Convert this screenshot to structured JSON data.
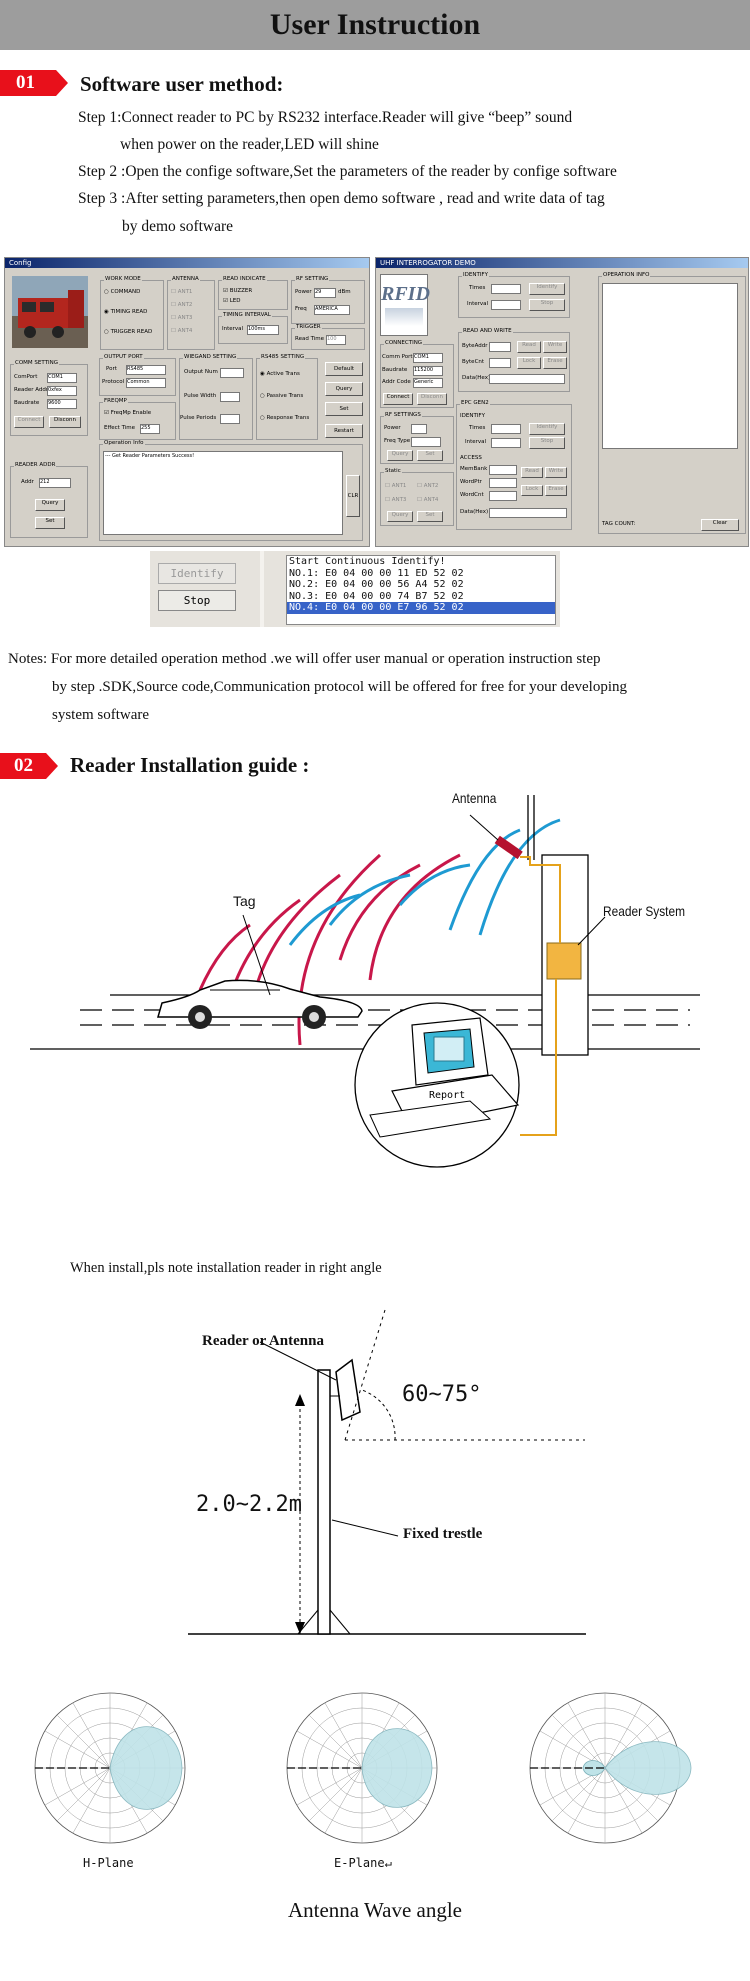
{
  "header": {
    "title": "User Instruction"
  },
  "section1": {
    "number": "01",
    "title": "Software user method:",
    "step1a": "Step 1:Connect reader to PC by RS232 interface.Reader will give “beep” sound",
    "step1b": "when power on the reader,LED will shine",
    "step2": "Step 2 :Open the confige software,Set the parameters of the reader by confige software",
    "step3a": "Step 3 :After setting parameters,then open demo software , read and write data of tag",
    "step3b": "by demo software"
  },
  "config_window": {
    "title": "Config",
    "groups": [
      "WORK MODE",
      "ANTENNA",
      "READ INDICATE",
      "RF SETTING",
      "TIMING INTERVAL",
      "TRIGGER",
      "COMM SETTING",
      "OUTPUT PORT",
      "WIEGAND SETTING",
      "RS485 SETTING",
      "FREQMP",
      "READER ADDR",
      "Operation Info"
    ],
    "work_modes": [
      "COMMAND",
      "TIMING READ",
      "TRIGGER READ"
    ],
    "antennas": [
      "ANT1",
      "ANT2",
      "ANT3",
      "ANT4"
    ],
    "indicate": [
      "BUZZER",
      "LED"
    ],
    "power_label": "Power",
    "power_value": "29",
    "power_unit": "dBm",
    "freq_label": "Freq",
    "freq_value": "AMERICA",
    "interval_label": "Interval",
    "interval_value": "100ms",
    "read_time_label": "Read Time",
    "read_time_value": "100",
    "comm_labels": [
      "ComPort",
      "Reader Addr",
      "Baudrate"
    ],
    "comm_values": [
      "COM1",
      "0xfex",
      "9600"
    ],
    "connect": "Connect",
    "disconn": "Disconn",
    "port_label": "Port",
    "port_value": "RS485",
    "protocol_label": "Protocol",
    "protocol_value": "Common",
    "output_num": "Output Num",
    "pulse_width": "Pulse Width",
    "pulse_periods": "Pulse Periods",
    "rs485_modes": [
      "Active Trans",
      "Passive Trans",
      "Response Trans"
    ],
    "freqmp_enable": "FreqMp Enable",
    "effect_time": "Effect Time",
    "effect_value": "255",
    "buttons": [
      "Default",
      "Query",
      "Set",
      "Restart"
    ],
    "addr_label": "Addr",
    "addr_value": "212",
    "query": "Query",
    "set": "Set",
    "info_line": "--- Get Reader Parameters Success!",
    "clr": "CLR"
  },
  "demo_window": {
    "title": "UHF INTERROGATOR DEMO",
    "logo": "RFID",
    "identify_group": "IDENTIFY",
    "times": "Times",
    "interval": "Interval",
    "identify_btn": "Identify",
    "stop_btn": "Stop",
    "connecting": "CONNECTING",
    "comm_port": "Comm Port",
    "comm_port_value": "COM1",
    "baudrate": "Baudrate",
    "baudrate_value": "115200",
    "addr_code": "Addr Code",
    "addr_code_value": "Generic",
    "connect": "Connect",
    "disconn": "Disconn",
    "rw_group": "READ AND WRITE",
    "rw_labels": [
      "ByteAddr",
      "ByteCnt",
      "Data(Hex)"
    ],
    "rw_buttons": [
      "Read",
      "Write",
      "Lock",
      "Erase"
    ],
    "rf_group": "RF SETTINGS",
    "power": "Power",
    "freq_type": "Freq Type",
    "query": "Query",
    "set": "Set",
    "epc_group": "EPC GEN2",
    "access_group": "ACCESS",
    "access_labels": [
      "MemBank",
      "WordPtr",
      "WordCnt",
      "Data(Hex)"
    ],
    "static_label": "Static",
    "ants": [
      "ANT1",
      "ANT2",
      "ANT3",
      "ANT4"
    ],
    "operation_info": "OPERATION INFO",
    "tag_count": "TAG COUNT:",
    "clear": "Clear"
  },
  "identify_panel": {
    "identify_btn": "Identify",
    "stop_btn": "Stop",
    "lines": [
      "Start Continuous Identify!",
      "NO.1: E0 04 00 00 11 ED 52 02",
      "NO.2: E0 04 00 00 56 A4 52 02",
      "NO.3: E0 04 00 00 74 B7 52 02",
      "NO.4: E0 04 00 00 E7 96 52 02"
    ]
  },
  "notes": {
    "line1": "Notes: For more detailed operation method .we will offer user manual or operation instruction step",
    "line2": "by step .SDK,Source code,Communication protocol will be offered for free for your developing",
    "line3": "system software"
  },
  "section2": {
    "number": "02",
    "title": "Reader Installation guide :",
    "labels": {
      "antenna": "Antenna",
      "reader_system": "Reader System",
      "tag": "Tag",
      "report": "Report"
    },
    "install_note": "When install,pls note installation reader in right angle",
    "angle_labels": {
      "reader_or_antenna": "Reader or Antenna",
      "angle": "60~75°",
      "height": "2.0~2.2m",
      "trestle": "Fixed trestle"
    }
  },
  "antenna_patterns": {
    "captions": [
      "H-Plane",
      "E-Plane↵"
    ],
    "title": "Antenna Wave angle"
  },
  "colors": {
    "header_bg": "#9d9d9d",
    "badge": "#e8101b",
    "wave_red": "#c8174a",
    "wave_blue": "#1e9ad2",
    "cable": "#e5a21b",
    "lobe": "#bfe3e8"
  }
}
